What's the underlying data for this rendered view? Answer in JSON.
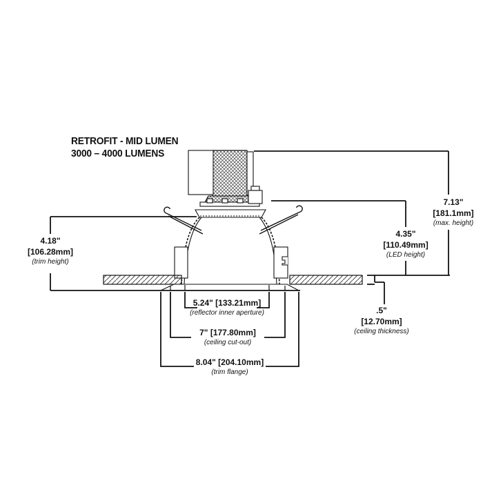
{
  "title": {
    "line1": "RETROFIT - MID LUMEN",
    "line2": "3000 – 4000 LUMENS"
  },
  "dimensions": {
    "trim_height": {
      "inches": "4.18\"",
      "mm": "[106.28mm]",
      "label": "(trim height)"
    },
    "max_height": {
      "inches": "7.13\"",
      "mm": "[181.1mm]",
      "label": "(max. height)"
    },
    "led_height": {
      "inches": "4.35\"",
      "mm": "[110.49mm]",
      "label": "(LED height)"
    },
    "ceiling_thickness": {
      "inches": ".5\"",
      "mm": "[12.70mm]",
      "label": "(ceiling thickness)"
    },
    "reflector_aperture": {
      "value": "5.24\"  [133.21mm]",
      "label": "(reflector inner aperture)"
    },
    "ceiling_cutout": {
      "value": "7\"  [177.80mm]",
      "label": "(ceiling cut-out)"
    },
    "trim_flange": {
      "value": "8.04\"  [204.10mm]",
      "label": "(trim flange)"
    }
  },
  "colors": {
    "ink": "#111111",
    "background": "#ffffff"
  }
}
